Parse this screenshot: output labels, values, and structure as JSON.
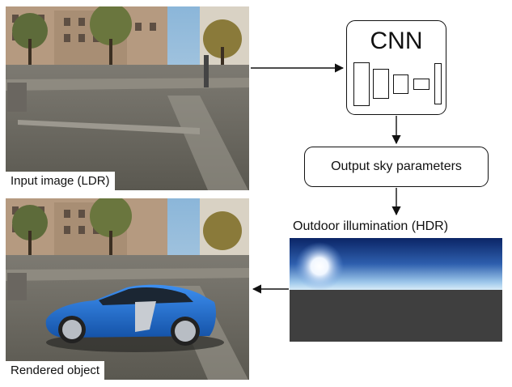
{
  "input_panel": {
    "caption": "Input image (LDR)"
  },
  "rendered_panel": {
    "caption": "Rendered object"
  },
  "cnn": {
    "title": "CNN"
  },
  "output_box": {
    "label": "Output sky parameters"
  },
  "hdr_panel": {
    "label": "Outdoor illumination (HDR)"
  },
  "colors": {
    "sky_top": "#0e2c6e",
    "sky_horizon": "#cfe4f5",
    "ground": "#3f3f3f",
    "car_body": "#1f6fd1",
    "stroke": "#111111"
  },
  "icons": [
    "arrow-right-icon",
    "arrow-down-icon",
    "arrow-left-icon"
  ]
}
